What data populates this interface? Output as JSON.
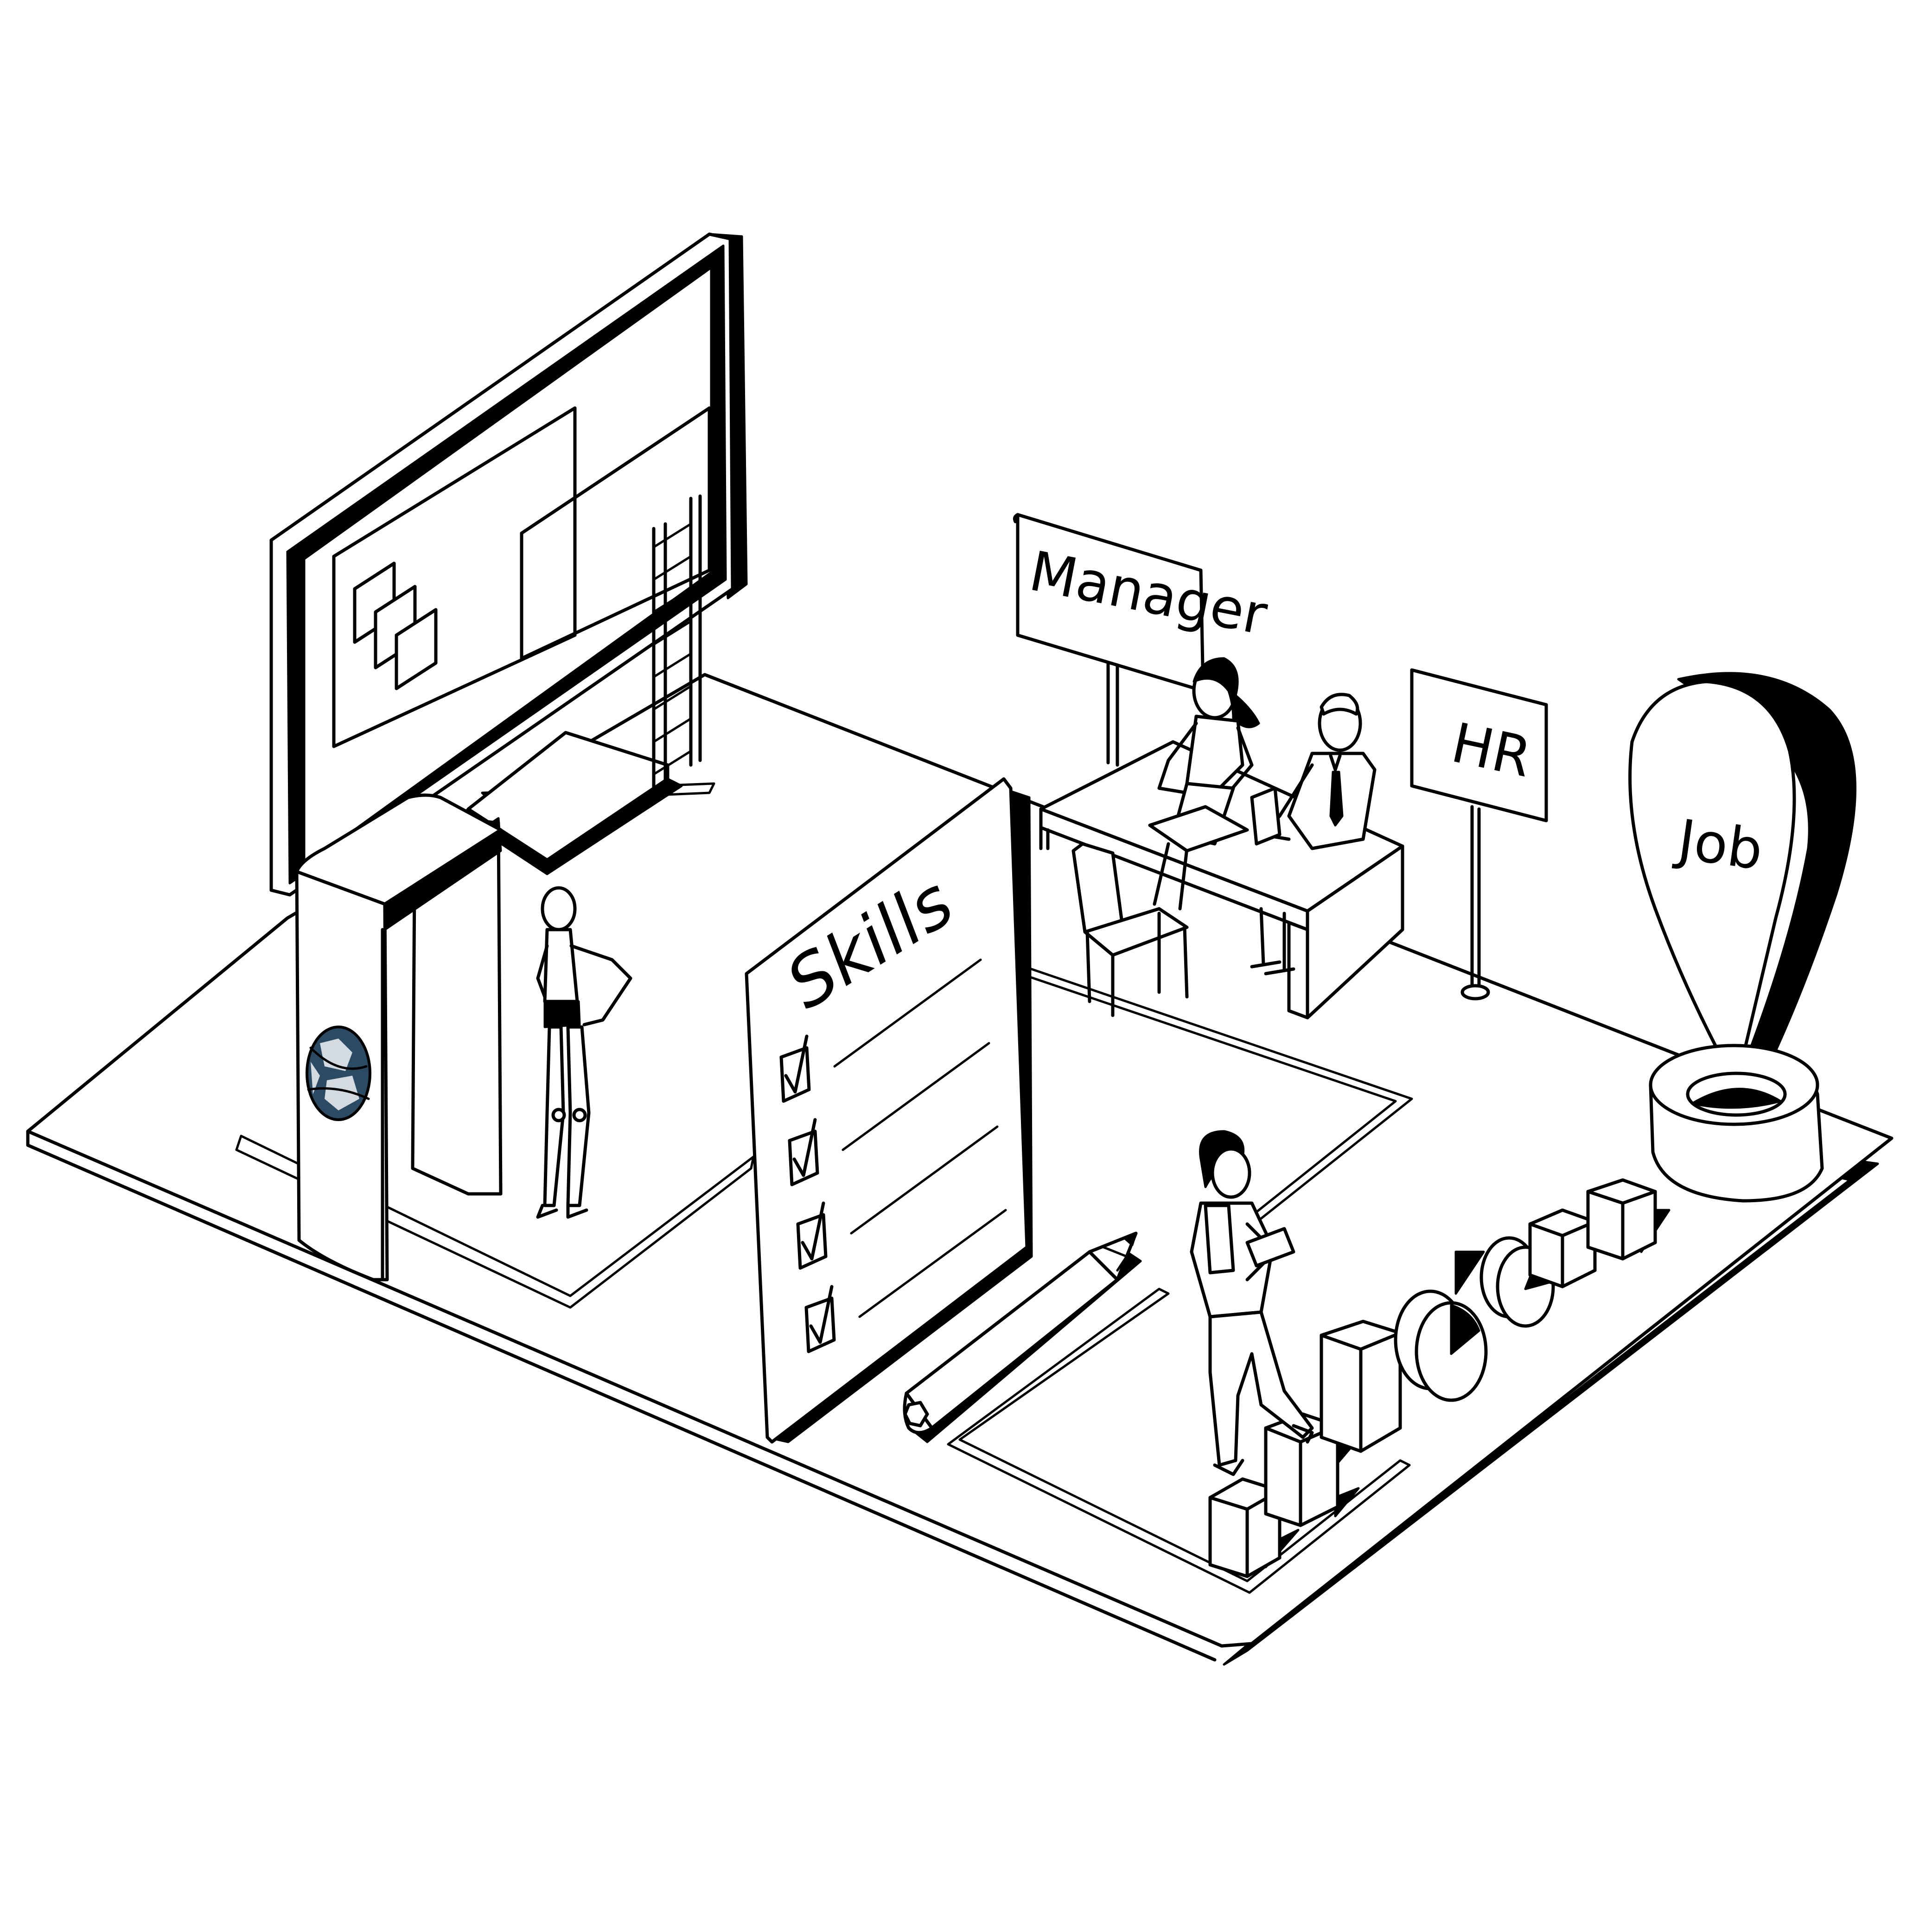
{
  "signs": {
    "manager": "Manager",
    "hr": "HR",
    "job": "Job",
    "skills": "Skills"
  },
  "checklist": {
    "checked_items": 4
  },
  "colors": {
    "ink": "#000000",
    "paper": "#ffffff",
    "globe": "#2b4a63"
  },
  "icons": [
    "map-pin-icon",
    "checkbox-icon",
    "pencil-icon",
    "globe-icon",
    "pie-chart-icon",
    "bar-chart-icon"
  ]
}
